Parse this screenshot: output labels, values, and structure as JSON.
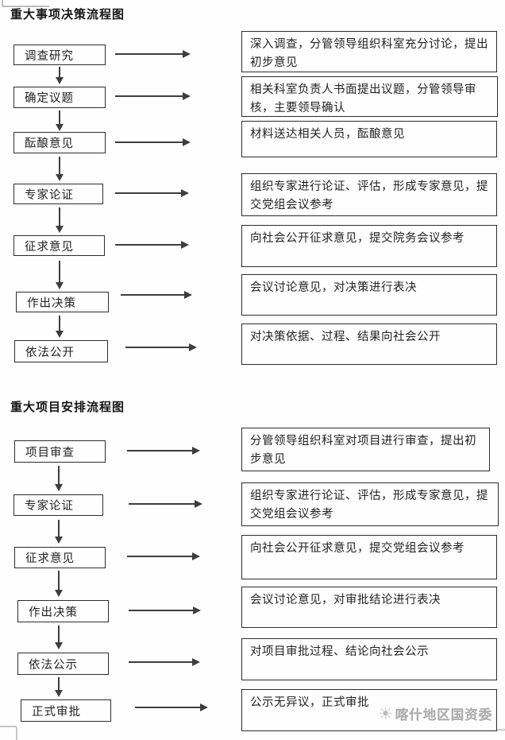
{
  "colors": {
    "box_border": "#2d2d2d",
    "arrow": "#3e3e3e",
    "text": "#222222",
    "watermark": "#9e9e9e",
    "background": "#fefefe"
  },
  "watermark": {
    "icon": "sun-icon",
    "icon_glyph": "☀",
    "text": "喀什地区国资委"
  },
  "sections": [
    {
      "title": "重大事项决策流程图",
      "steps": [
        {
          "label": "调查研究",
          "detail": "深入调查，分管领导组织科室充分讨论，提出初步意见"
        },
        {
          "label": "确定议题",
          "detail": "相关科室负责人书面提出议题，分管领导审核，主要领导确认"
        },
        {
          "label": "酝酿意见",
          "detail": "材料送达相关人员，酝酿意见"
        },
        {
          "label": "专家论证",
          "detail": "组织专家进行论证、评估，形成专家意见，提交党组会议参考"
        },
        {
          "label": "征求意见",
          "detail": "向社会公开征求意见，提交院务会议参考"
        },
        {
          "label": "作出决策",
          "detail": "会议讨论意见，对决策进行表决"
        },
        {
          "label": "依法公开",
          "detail": "对决策依据、过程、结果向社会公开"
        }
      ]
    },
    {
      "title": "重大项目安排流程图",
      "steps": [
        {
          "label": "项目审查",
          "detail": "分管领导组织科室对项目进行审查，提出初步意见"
        },
        {
          "label": "专家论证",
          "detail": "组织专家进行论证、评估，形成专家意见，提交党组会议参考"
        },
        {
          "label": "征求意见",
          "detail": "向社会公开征求意见，提交党组会议参考"
        },
        {
          "label": "作出决策",
          "detail": "会议讨论意见，对审批结论进行表决"
        },
        {
          "label": "依法公示",
          "detail": "对项目审批过程、结论向社会公示"
        },
        {
          "label": "正式审批",
          "detail": "公示无异议，正式审批"
        }
      ]
    }
  ]
}
